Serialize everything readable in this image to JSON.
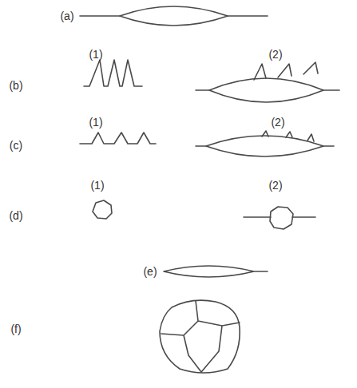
{
  "diagram": {
    "labels": [
      "(a)",
      "(1)",
      "(2)",
      "(b)",
      "(1)",
      "(2)",
      "(c)",
      "(1)",
      "(2)",
      "(d)",
      "(e)",
      "(f)"
    ]
  }
}
